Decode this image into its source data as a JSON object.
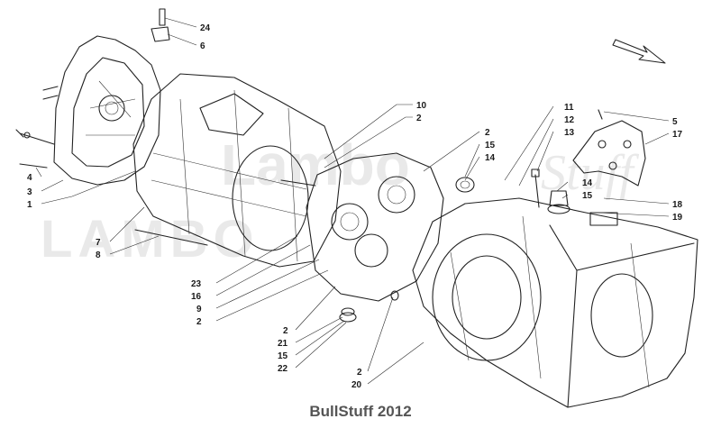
{
  "callouts": [
    {
      "id": "c24a",
      "text": "24"
    },
    {
      "id": "c6",
      "text": "6"
    },
    {
      "id": "c10",
      "text": "10"
    },
    {
      "id": "c2a",
      "text": "2"
    },
    {
      "id": "c4",
      "text": "4"
    },
    {
      "id": "c3",
      "text": "3"
    },
    {
      "id": "c1",
      "text": "1"
    },
    {
      "id": "c7",
      "text": "7"
    },
    {
      "id": "c8",
      "text": "8"
    },
    {
      "id": "c23",
      "text": "23"
    },
    {
      "id": "c16",
      "text": "16"
    },
    {
      "id": "c9",
      "text": "9"
    },
    {
      "id": "c2b",
      "text": "2"
    },
    {
      "id": "c2c",
      "text": "2"
    },
    {
      "id": "c15a",
      "text": "15"
    },
    {
      "id": "c14a",
      "text": "14"
    },
    {
      "id": "c11",
      "text": "11"
    },
    {
      "id": "c12",
      "text": "12"
    },
    {
      "id": "c13",
      "text": "13"
    },
    {
      "id": "c5",
      "text": "5"
    },
    {
      "id": "c17",
      "text": "17"
    },
    {
      "id": "c14b",
      "text": "14"
    },
    {
      "id": "c15b",
      "text": "15"
    },
    {
      "id": "c18",
      "text": "18"
    },
    {
      "id": "c19",
      "text": "19"
    },
    {
      "id": "c2d",
      "text": "2"
    },
    {
      "id": "c21",
      "text": "21"
    },
    {
      "id": "c15c",
      "text": "15"
    },
    {
      "id": "c22",
      "text": "22"
    },
    {
      "id": "c2e",
      "text": "2"
    },
    {
      "id": "c20",
      "text": "20"
    }
  ],
  "watermark": {
    "brand_top": "Lambo",
    "brand_script": "Stuff",
    "brand_bottom": "LAMBO"
  },
  "copyright": "BullStuff 2012"
}
